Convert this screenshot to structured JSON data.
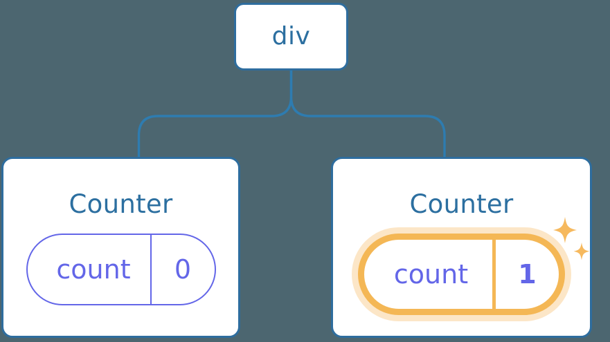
{
  "diagram": {
    "type": "component-tree",
    "background_color": "#4c6670",
    "accent_colors": {
      "node_border": "#2e6d9e",
      "node_text": "#2c6fa0",
      "state_pill": "#6366e8",
      "highlight": "#f4b755",
      "highlight_glow": "#f8c882"
    },
    "root": {
      "label": "div"
    },
    "children": [
      {
        "title": "Counter",
        "state": {
          "key": "count",
          "value": "0",
          "highlighted": false
        }
      },
      {
        "title": "Counter",
        "state": {
          "key": "count",
          "value": "1",
          "highlighted": true,
          "sparkle_icons": [
            "sparkle-large",
            "sparkle-small"
          ]
        }
      }
    ]
  }
}
